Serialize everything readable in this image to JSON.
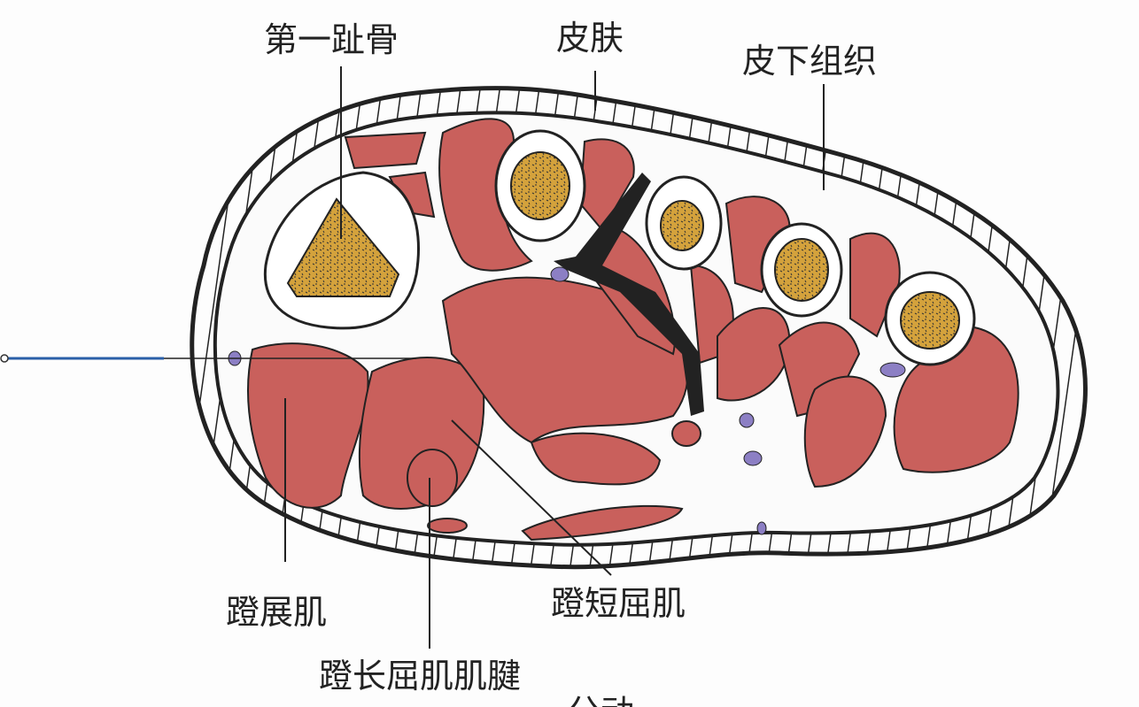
{
  "labels": {
    "first_toe_bone": "第一趾骨",
    "skin": "皮肤",
    "subcutaneous": "皮下组织",
    "abductor_hallucis": "蹬展肌",
    "flexor_hallucis_brevis": "蹬短屈肌",
    "flexor_hallucis_longus_tendon": "蹬长屈肌肌腱",
    "bottom_partial": "分动"
  },
  "colors": {
    "muscle": "#c9605c",
    "bone": "#d4a23c",
    "vein": "#8c7fc4",
    "skin_line": "#222222",
    "pointer": "#2a5fa8"
  }
}
